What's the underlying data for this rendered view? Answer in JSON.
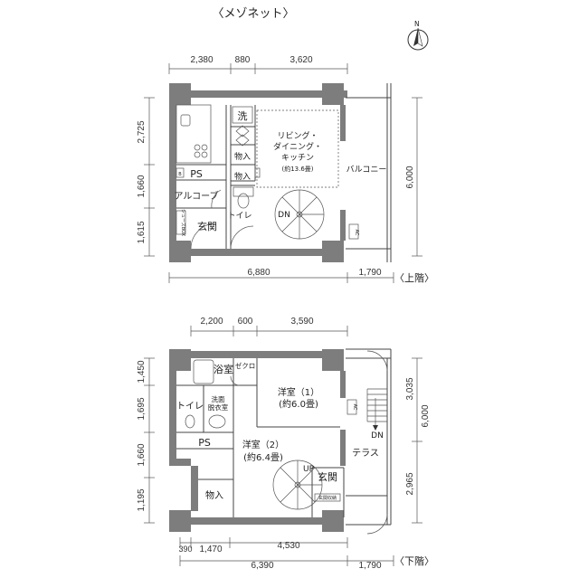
{
  "title": "〈メゾネット〉",
  "compass": "N",
  "upper": {
    "floor_label": "〈上階〉",
    "dims_top": [
      "2,380",
      "880",
      "3,620"
    ],
    "dims_left": [
      "2,725",
      "1,660",
      "1,615"
    ],
    "dim_right": "6,000",
    "dims_bottom": [
      "6,880",
      "1,790"
    ],
    "rooms": {
      "wash": "洗",
      "storage1": "物入",
      "storage2": "物入",
      "ldk": [
        "リビング・",
        "ダイニング・",
        "キッチン",
        "(約13.6畳)"
      ],
      "balcony": "バルコニー",
      "ps": "PS",
      "b_mark": "B",
      "alcove": "アルコーブ",
      "toilet": "トイレ",
      "entrance": "玄関",
      "shoebox": "シューズBOX",
      "dn": "DN",
      "ac": "AC"
    }
  },
  "lower": {
    "floor_label": "〈下階〉",
    "dims_top": [
      "2,200",
      "600",
      "3,590"
    ],
    "dims_left": [
      "1,450",
      "1,695",
      "1,660",
      "1,195"
    ],
    "dims_right": [
      "3,035",
      "6,000",
      "2,965"
    ],
    "dims_bottom_a": [
      "390",
      "1,470",
      "4,530"
    ],
    "dims_bottom_b": [
      "6,390",
      "1,790"
    ],
    "rooms": {
      "bath": "浴室",
      "closet": "ゼクロ",
      "washroom": [
        "洗面",
        "脱衣室"
      ],
      "toilet": "トイレ",
      "western1": [
        "洋室（1）",
        "(約6.0畳)"
      ],
      "western2": [
        "洋室（2）",
        "(約6.4畳)"
      ],
      "ps": "PS",
      "storage": "物入",
      "entrance": "玄関",
      "shoebox": "玄関収納",
      "terrace": "テラス",
      "up": "UP",
      "dn": "DN",
      "ac": "AC"
    }
  }
}
